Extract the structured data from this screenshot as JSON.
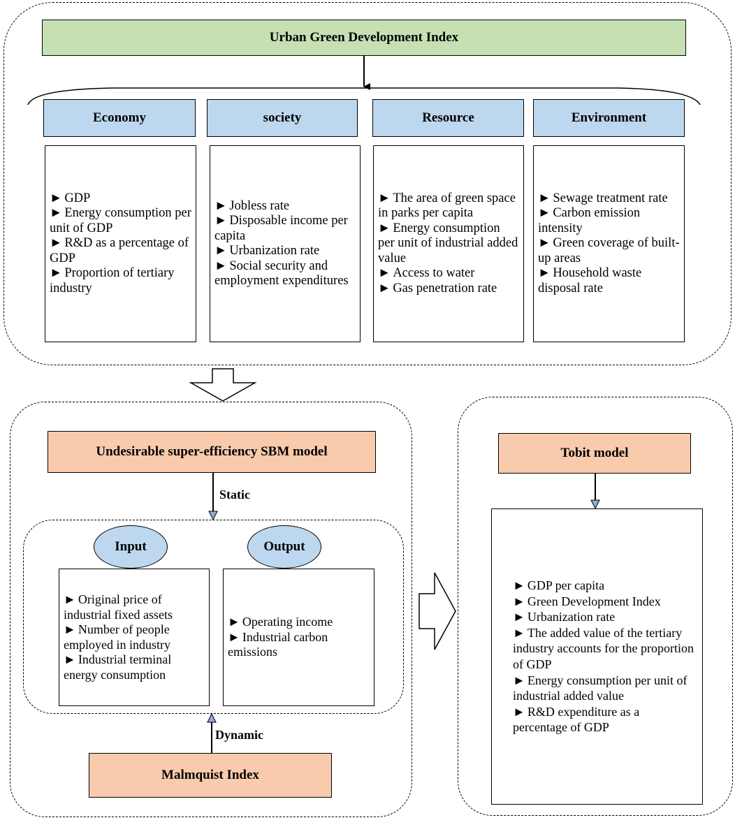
{
  "index_title": "Urban Green Development Index",
  "dimensions": [
    {
      "title": "Economy",
      "items": [
        "GDP",
        "Energy consumption per unit of GDP",
        "R&D as a percentage of GDP",
        "Proportion of tertiary industry"
      ]
    },
    {
      "title": "society",
      "items": [
        "Jobless rate",
        "Disposable income per capita",
        "Urbanization rate",
        "Social security and employment expenditures"
      ]
    },
    {
      "title": "Resource",
      "items": [
        "The area of green space in parks per capita",
        "Energy consumption per unit of industrial added value",
        "Access to water",
        "Gas penetration rate"
      ]
    },
    {
      "title": "Environment",
      "items": [
        "Sewage treatment rate",
        "Carbon emission intensity",
        "Green coverage of built-up areas",
        "Household waste disposal rate"
      ]
    }
  ],
  "sbm": {
    "title": "Undesirable super-efficiency SBM model",
    "static_label": "Static",
    "dynamic_label": "Dynamic",
    "input": {
      "title": "Input",
      "items": [
        "Original price of industrial fixed assets",
        "Number of people employed in industry",
        "Industrial terminal energy consumption"
      ]
    },
    "output": {
      "title": "Output",
      "items": [
        "Operating income",
        "Industrial carbon emissions"
      ]
    },
    "malmquist": "Malmquist Index"
  },
  "tobit": {
    "title": "Tobit model",
    "items": [
      "GDP per capita",
      "Green Development Index",
      "Urbanization rate",
      "The added value of the tertiary industry accounts for the proportion of GDP",
      "Energy consumption per unit of industrial added value",
      "R&D expenditure as a percentage of GDP"
    ]
  }
}
